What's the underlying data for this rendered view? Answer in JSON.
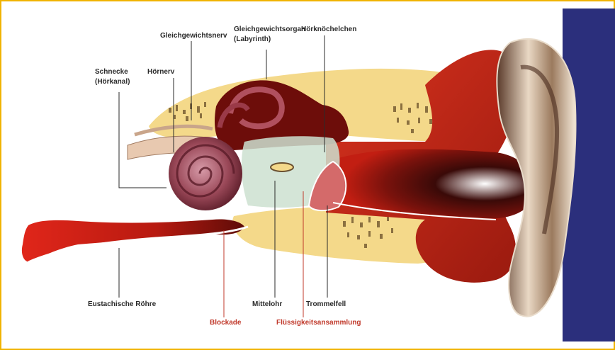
{
  "colors": {
    "border": "#f0b300",
    "side_band": "#2b2f7c",
    "bone": "#f4d98a",
    "tissue_red": "#c21e12",
    "dark_red": "#6d0d0a",
    "cochlea": "#8a3a4a",
    "label_dark": "#2a2a2a",
    "label_red": "#c0392b"
  },
  "labels": {
    "gleichgewichtsnerv": "Gleichgewichtsnerv",
    "gleichgewichtsorgan_line1": "Gleichgewichtsorgan",
    "gleichgewichtsorgan_line2": "(Labyrinth)",
    "hoerknoechelchen": "Hörknöchelchen",
    "schnecke_line1": "Schnecke",
    "schnecke_line2": "(Hörkanal)",
    "hoernerv": "Hörnerv",
    "eustachische_roehre": "Eustachische Röhre",
    "mittelohr": "Mittelohr",
    "trommelfell": "Trommelfell",
    "blockade": "Blockade",
    "fluessigkeitsansammlung": "Flüssigkeitsansammlung"
  },
  "icons": [
    "ear-anatomy-illustration"
  ]
}
